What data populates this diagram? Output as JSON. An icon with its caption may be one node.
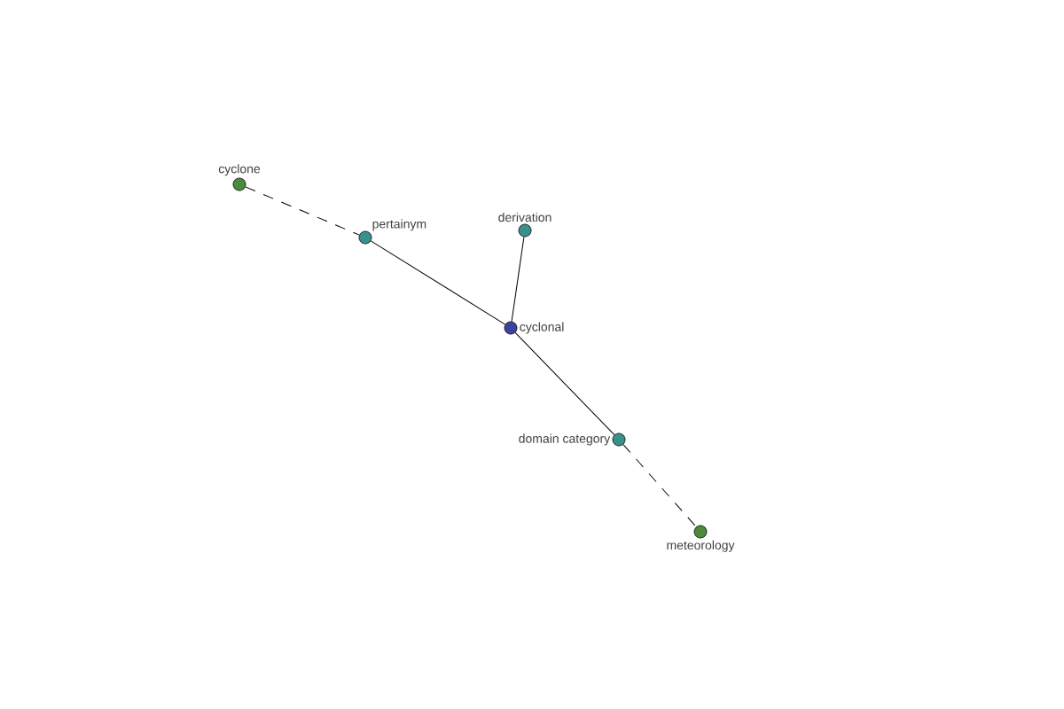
{
  "diagram": {
    "nodes": [
      {
        "text": [
          "cyclone"
        ]
      },
      {
        "text": [
          "pertainym"
        ]
      },
      {
        "text": [
          "derivation"
        ]
      },
      {
        "text": [
          "cyclonal"
        ]
      },
      {
        "text": [
          "domain category"
        ]
      },
      {
        "text": [
          "meteorology"
        ]
      }
    ],
    "edges": [
      {
        "from": 0,
        "to": 1,
        "arrow": "none",
        "style": "dashed"
      },
      {
        "from": 1,
        "to": 3,
        "arrow": "none"
      },
      {
        "from": 2,
        "to": 3,
        "arrow": "none"
      },
      {
        "from": 3,
        "to": 4,
        "arrow": "none"
      },
      {
        "from": 4,
        "to": 5,
        "arrow": "none",
        "style": "dashed"
      }
    ]
  }
}
